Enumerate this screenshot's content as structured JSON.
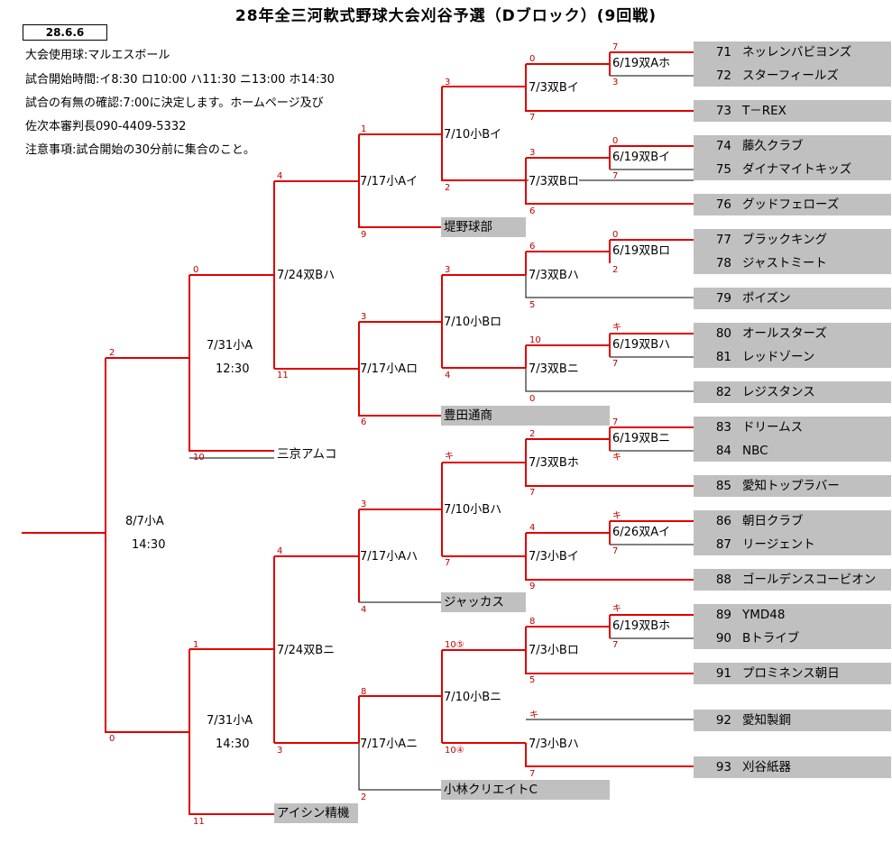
{
  "title": "28年全三河軟式野球大会刈谷予選（Dブロック）(9回戦)",
  "date_box": "28.6.6",
  "info_lines": [
    "大会使用球:マルエスボール",
    "試合開始時間:イ8:30  ロ10:00  ハ11:30  ニ13:00  ホ14:30",
    "試合の有無の確認:7:00に決定します。ホームページ及び",
    "佐次本審判長090-4409-5332",
    "注意事項:試合開始の30分前に集合のこと。"
  ],
  "teams": [
    {
      "num": "71",
      "name": "ネッレンバビヨンズ"
    },
    {
      "num": "72",
      "name": "スターフィールズ"
    },
    {
      "num": "73",
      "name": "T－REX"
    },
    {
      "num": "74",
      "name": "藤久クラブ"
    },
    {
      "num": "75",
      "name": "ダイナマイトキッズ"
    },
    {
      "num": "76",
      "name": "グッドフェローズ"
    },
    {
      "num": "77",
      "name": "ブラックキング"
    },
    {
      "num": "78",
      "name": "ジャストミート"
    },
    {
      "num": "79",
      "name": "ポイズン"
    },
    {
      "num": "80",
      "name": "オールスターズ"
    },
    {
      "num": "81",
      "name": "レッドゾーン"
    },
    {
      "num": "82",
      "name": "レジスタンス"
    },
    {
      "num": "83",
      "name": "ドリームス"
    },
    {
      "num": "84",
      "name": "NBC"
    },
    {
      "num": "85",
      "name": "愛知トップラバー"
    },
    {
      "num": "86",
      "name": "朝日クラブ"
    },
    {
      "num": "87",
      "name": "リージェント"
    },
    {
      "num": "88",
      "name": "ゴールデンスコービオン"
    },
    {
      "num": "89",
      "name": "YMD48"
    },
    {
      "num": "90",
      "name": "Bトライブ"
    },
    {
      "num": "91",
      "name": "プロミネンス朝日"
    },
    {
      "num": "92",
      "name": "愛知製鋼"
    },
    {
      "num": "93",
      "name": "刈谷紙器"
    }
  ],
  "seeded": {
    "tsutsumi": "堤野球部",
    "toyota": "豊田通商",
    "sankyo": "三京アムコ",
    "jackass": "ジャッカス",
    "kobayashi": "小林クリエイトC",
    "aisin": "アイシン精機"
  },
  "matches": {
    "r1_a": "6/19双Aホ",
    "r1_b": "6/19双Bイ",
    "r1_c": "6/19双Bロ",
    "r1_d": "6/19双Bハ",
    "r1_e": "6/19双Bニ",
    "r1_f": "6/26双Aイ",
    "r1_g": "6/19双Bホ",
    "r2_a": "7/3双Bイ",
    "r2_b": "7/3双Bロ",
    "r2_c": "7/3双Bハ",
    "r2_d": "7/3双Bニ",
    "r2_e": "7/3双Bホ",
    "r2_f": "7/3小Bイ",
    "r2_g": "7/3小Bロ",
    "r2_h": "7/3小Bハ",
    "r3_a": "7/10小Bイ",
    "r3_b": "7/10小Bロ",
    "r3_c": "7/10小Bハ",
    "r3_d": "7/10小Bニ",
    "r4_a": "7/17小Aイ",
    "r4_b": "7/17小Aロ",
    "r4_c": "7/17小Aハ",
    "r4_d": "7/17小Aニ",
    "r5_a": "7/24双Bハ",
    "r5_b": "7/24双Bニ",
    "r6_a_date": "7/31小A",
    "r6_a_time": "12:30",
    "r6_b_date": "7/31小A",
    "r6_b_time": "14:30",
    "final_date": "8/7小A",
    "final_time": "14:30"
  },
  "scores": {
    "s71": "7",
    "s72": "3",
    "s71_72": "0",
    "s73": "7",
    "s74": "0",
    "s75": "7",
    "s74_75": "3",
    "s76": "6",
    "s77": "0",
    "s78": "2",
    "s77_78": "6",
    "s79": "5",
    "s80": "キ",
    "s81": "7",
    "s80_81": "10",
    "s82": "0",
    "s83": "7",
    "s84": "キ",
    "s83_84": "2",
    "s85": "7",
    "s86": "キ",
    "s87": "7",
    "s86_87": "4",
    "s88": "9",
    "s89": "キ",
    "s90": "7",
    "s89_90": "8",
    "s91": "5",
    "s92": "キ",
    "s93": "7",
    "q_a_top": "3",
    "q_a_bot": "2",
    "q_b_top": "3",
    "q_b_bot": "4",
    "q_c_top": "キ",
    "q_c_bot": "7",
    "q_d_top": "10⑤",
    "q_d_bot": "10④",
    "r4_a_top": "1",
    "r4_a_bot": "9",
    "r4_b_top": "3",
    "r4_b_bot": "6",
    "r4_c_top": "3",
    "r4_c_bot": "4",
    "r4_d_top": "8",
    "r4_d_bot": "2",
    "r5_a_top": "4",
    "r5_a_bot": "11",
    "r5_b_top": "4",
    "r5_b_bot": "3",
    "r6_a_top": "0",
    "r6_a_bot": "10",
    "r6_b_top": "1",
    "r6_b_bot": "11",
    "final_top": "2",
    "final_bot": "0"
  },
  "colors": {
    "win_line": "#e00000",
    "line": "#000000",
    "team_bg": "#c0c0c0",
    "score": "#c00000"
  }
}
